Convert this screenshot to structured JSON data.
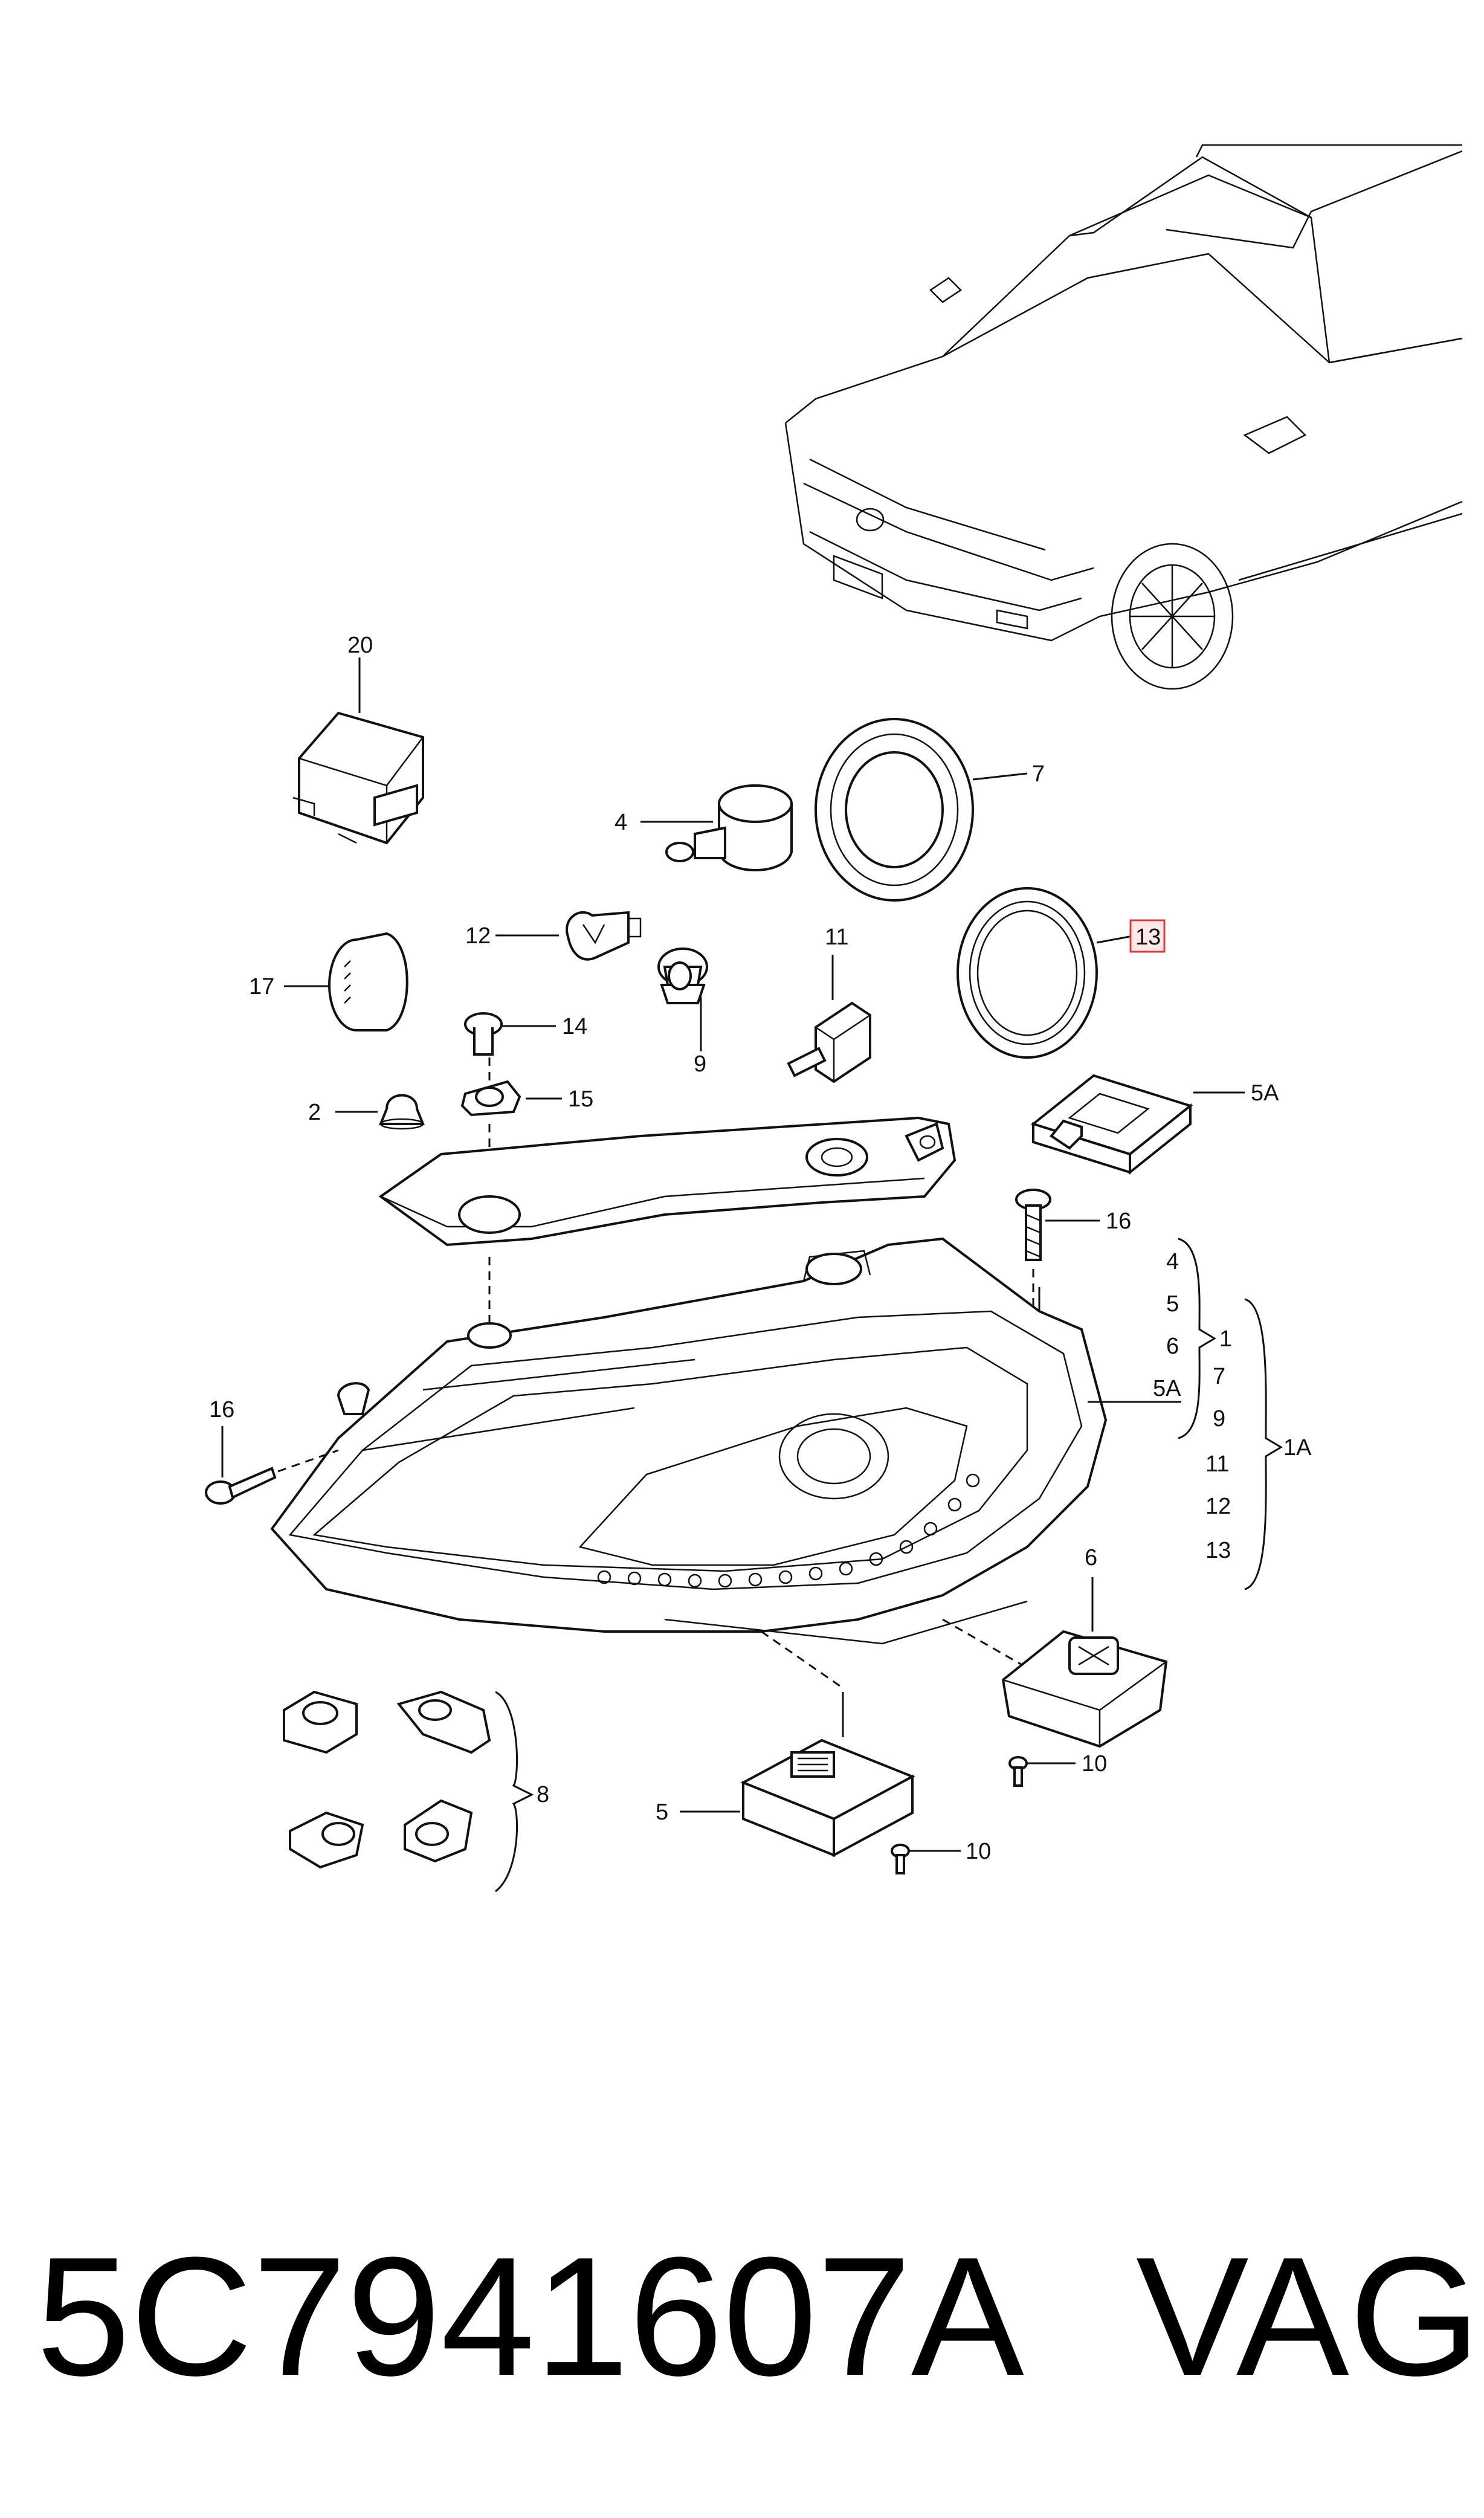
{
  "callouts": {
    "c20": "20",
    "c4": "4",
    "c7": "7",
    "c12": "12",
    "c11": "11",
    "c13": "13",
    "c17": "17",
    "c9": "9",
    "c14": "14",
    "c2": "2",
    "c15": "15",
    "c5A_top": "5A",
    "c16_right": "16",
    "c16_left": "16",
    "c6": "6",
    "c10_a": "10",
    "c5": "5",
    "c10_b": "10",
    "c8": "8"
  },
  "bracket_groups": {
    "group_a": [
      "4",
      "5",
      "6",
      "5A"
    ],
    "group_b": [
      "1",
      "7",
      "9",
      "11",
      "12",
      "13"
    ],
    "group_a_label": "1",
    "group_b_label": "1A"
  },
  "highlighted_callout": "13",
  "colors": {
    "highlight_border": "#e23b3b",
    "highlight_fill": "#fde8e8",
    "line": "#111111"
  },
  "footer": {
    "part_number": "5C7941607A",
    "brand": "VAG"
  }
}
